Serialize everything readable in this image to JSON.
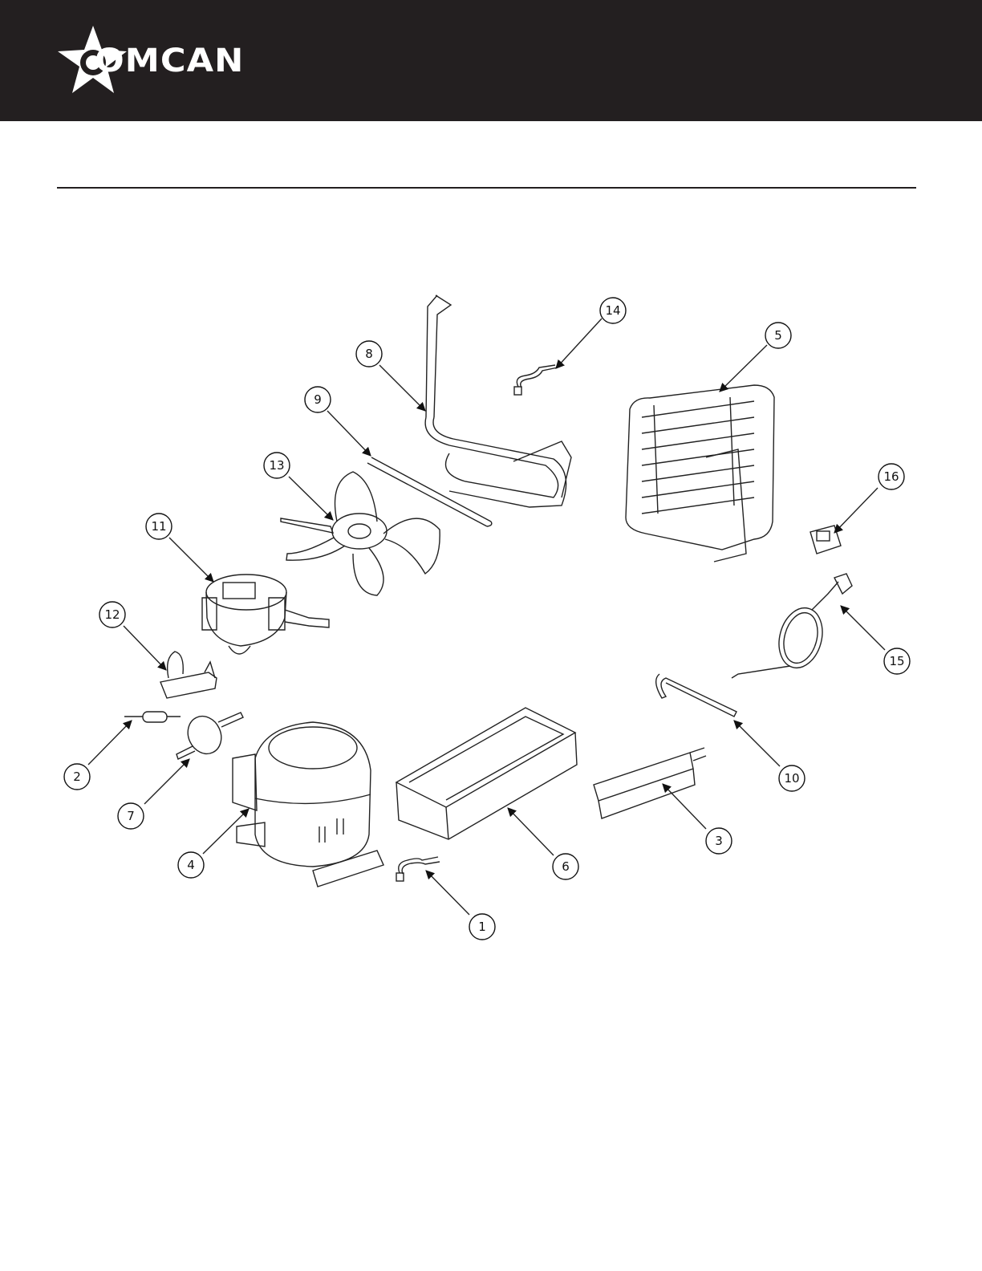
{
  "header": {
    "brand_name": "OMCAN",
    "brand_color": "#231f20",
    "logo_icon": "star-icon"
  },
  "diagram": {
    "callouts": [
      {
        "id": "callout-1",
        "label": "1"
      },
      {
        "id": "callout-2",
        "label": "2"
      },
      {
        "id": "callout-3",
        "label": "3"
      },
      {
        "id": "callout-4",
        "label": "4"
      },
      {
        "id": "callout-5",
        "label": "5"
      },
      {
        "id": "callout-6",
        "label": "6"
      },
      {
        "id": "callout-7",
        "label": "7"
      },
      {
        "id": "callout-8",
        "label": "8"
      },
      {
        "id": "callout-9",
        "label": "9"
      },
      {
        "id": "callout-10",
        "label": "10"
      },
      {
        "id": "callout-11",
        "label": "11"
      },
      {
        "id": "callout-12",
        "label": "12"
      },
      {
        "id": "callout-13",
        "label": "13"
      },
      {
        "id": "callout-14",
        "label": "14"
      },
      {
        "id": "callout-15",
        "label": "15"
      },
      {
        "id": "callout-16",
        "label": "16"
      }
    ]
  }
}
